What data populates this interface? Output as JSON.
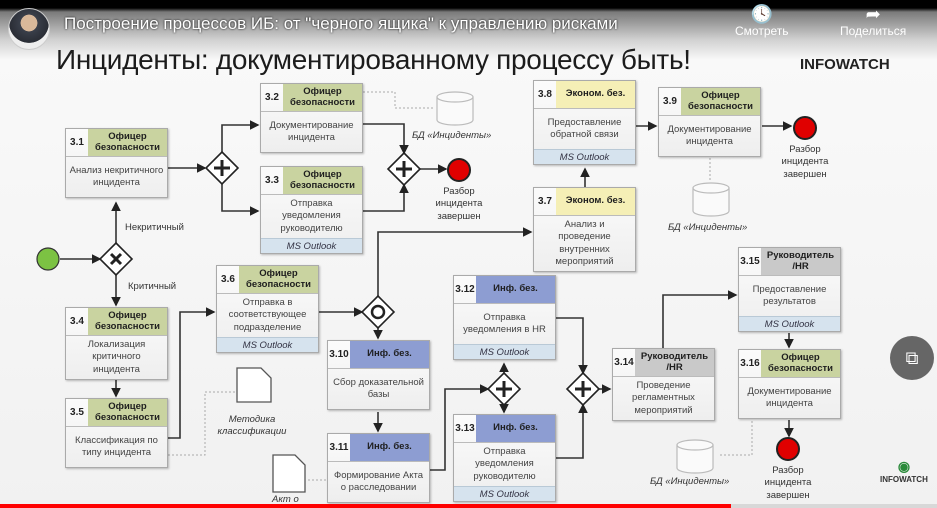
{
  "video": {
    "title": "Построение процессов ИБ: от \"черного ящика\" к управлению рисками",
    "watch_later": "Смотреть",
    "share": "Поделиться",
    "progress_percent": 78
  },
  "slide": {
    "title": "Инциденты: документированному процессу быть!",
    "logo": "INFOWATCH",
    "logo_small": "INFOWATCH"
  },
  "colors": {
    "officer": "#c9d3a0",
    "econ": "#f5efb6",
    "infosec": "#8d9dd2",
    "manager": "#c9c9c9",
    "outlook": "#d6e3ee",
    "start": "#7cc243",
    "end": "#e00000"
  },
  "tasks": [
    {
      "id": "3.1",
      "role": "Офицер безопасности",
      "kind": "officer",
      "text": "Анализ некритичного инцидента",
      "tool": ""
    },
    {
      "id": "3.2",
      "role": "Офицер безопасности",
      "kind": "officer",
      "text": "Документирование инцидента",
      "tool": ""
    },
    {
      "id": "3.3",
      "role": "Офицер безопасности",
      "kind": "officer",
      "text": "Отправка уведомления руководителю",
      "tool": "MS Outlook"
    },
    {
      "id": "3.4",
      "role": "Офицер безопасности",
      "kind": "officer",
      "text": "Локализация критичного инцидента",
      "tool": ""
    },
    {
      "id": "3.5",
      "role": "Офицер безопасности",
      "kind": "officer",
      "text": "Классификация по типу инцидента",
      "tool": ""
    },
    {
      "id": "3.6",
      "role": "Офицер безопасности",
      "kind": "officer",
      "text": "Отправка в соответствующее подразделение",
      "tool": "MS Outlook"
    },
    {
      "id": "3.7",
      "role": "Эконом. без.",
      "kind": "econ",
      "text": "Анализ и проведение внутренних мероприятий",
      "tool": ""
    },
    {
      "id": "3.8",
      "role": "Эконом. без.",
      "kind": "econ",
      "text": "Предоставление обратной связи",
      "tool": "MS Outlook"
    },
    {
      "id": "3.9",
      "role": "Офицер безопасности",
      "kind": "officer",
      "text": "Документирование инцидента",
      "tool": ""
    },
    {
      "id": "3.10",
      "role": "Инф. без.",
      "kind": "infosec",
      "text": "Сбор доказательной базы",
      "tool": ""
    },
    {
      "id": "3.11",
      "role": "Инф. без.",
      "kind": "infosec",
      "text": "Формирование Акта о расследовании",
      "tool": ""
    },
    {
      "id": "3.12",
      "role": "Инф. без.",
      "kind": "infosec",
      "text": "Отправка уведомления в HR",
      "tool": "MS Outlook"
    },
    {
      "id": "3.13",
      "role": "Инф. без.",
      "kind": "infosec",
      "text": "Отправка уведомления руководителю",
      "tool": "MS Outlook"
    },
    {
      "id": "3.14",
      "role": "Руководитель /HR",
      "kind": "manager",
      "text": "Проведение регламентных мероприятий",
      "tool": ""
    },
    {
      "id": "3.15",
      "role": "Руководитель /HR",
      "kind": "manager",
      "text": "Предоставление результатов",
      "tool": "MS Outlook"
    },
    {
      "id": "3.16",
      "role": "Офицер безопасности",
      "kind": "officer",
      "text": "Документирование инцидента",
      "tool": ""
    }
  ],
  "labels": {
    "noncritical": "Некритичный",
    "critical": "Критичный",
    "end1": "Разбор инцидента завершен",
    "end2": "Разбор инцидента завершен",
    "end3": "Разбор инцидента завершен",
    "db1": "БД «Инциденты»",
    "db2": "БД «Инциденты»",
    "db3": "БД «Инциденты»",
    "doc1": "Методика классификации",
    "doc2": "Акт о"
  }
}
